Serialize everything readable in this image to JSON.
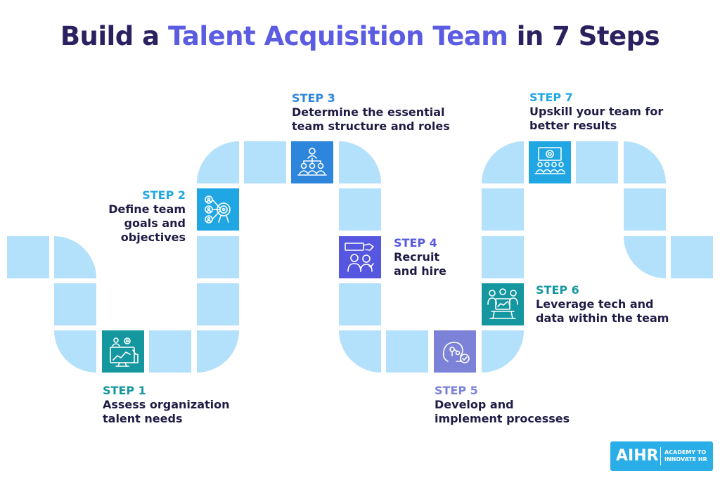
{
  "title": {
    "part1": "Build a ",
    "highlight": "Talent Acquisition Team",
    "part2": " in 7 Steps"
  },
  "colors": {
    "title": "#2b2160",
    "highlight": "#5b5ce2",
    "path_tile": "#b3e0fb",
    "step_text": "#1e1b45"
  },
  "steps": [
    {
      "label": "STEP 1",
      "line1": "Assess organization",
      "line2": "talent needs",
      "color": "#15979f",
      "icon": "computer-analytics-icon"
    },
    {
      "label": "STEP 2",
      "line1": "Define team",
      "line2": "goals and",
      "line3": "objectives",
      "color": "#21a6e4",
      "icon": "goals-target-icon"
    },
    {
      "label": "STEP 3",
      "line1": "Determine the essential",
      "line2": "team structure and roles",
      "color": "#2e86dc",
      "icon": "team-structure-icon"
    },
    {
      "label": "STEP 4",
      "line1": "Recruit",
      "line2": "and hire",
      "color": "#5557e0",
      "icon": "recruit-hire-icon"
    },
    {
      "label": "STEP 5",
      "line1": "Develop and",
      "line2": "implement processes",
      "color": "#7b82d8",
      "icon": "process-brain-icon"
    },
    {
      "label": "STEP 6",
      "line1": "Leverage tech and",
      "line2": "data within the team",
      "color": "#15979f",
      "icon": "tech-data-icon"
    },
    {
      "label": "STEP 7",
      "line1": "Upskill your team for",
      "line2": "better results",
      "color": "#21a6e4",
      "icon": "upskill-training-icon"
    }
  ],
  "logo": {
    "brand": "AIHR",
    "tagline_1": "ACADEMY TO",
    "tagline_2": "INNOVATE HR"
  }
}
